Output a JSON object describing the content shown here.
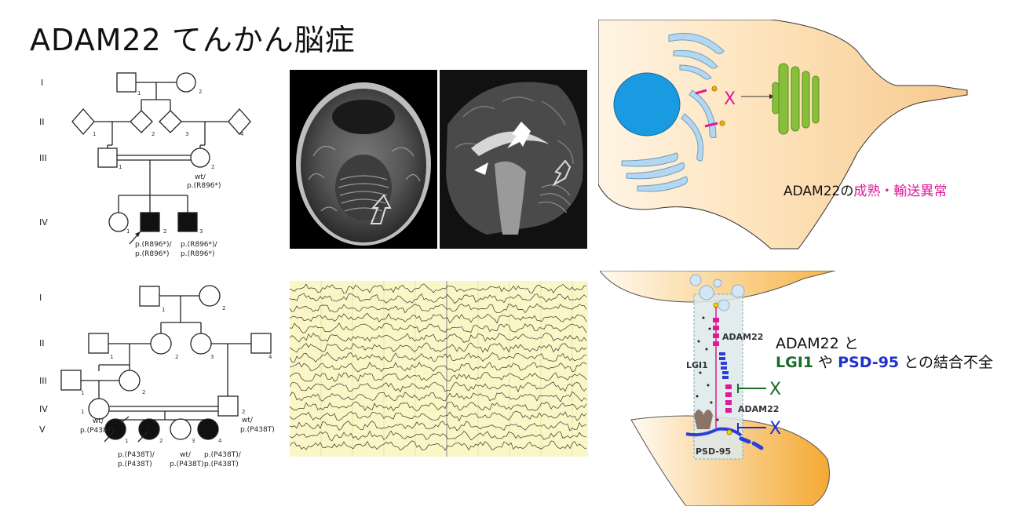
{
  "title": "ADAM22 てんかん脳症",
  "pedigree1": {
    "generations": [
      "I",
      "II",
      "III",
      "IV"
    ],
    "mother_genotype_line1": "wt/",
    "mother_genotype_line2": "p.(R896*)",
    "child2_genotype_line1": "p.(R896*)/",
    "child2_genotype_line2": "p.(R896*)",
    "child3_genotype_line1": "p.(R896*)/",
    "child3_genotype_line2": "p.(R896*)"
  },
  "pedigree2": {
    "generations": [
      "I",
      "II",
      "III",
      "IV",
      "V"
    ],
    "iv1_genotype_line1": "wt/",
    "iv1_genotype_line2": "p.(P438T)",
    "iv2_genotype_line1": "wt/",
    "iv2_genotype_line2": "p.(P438T)",
    "v2_genotype_line1": "p.(P438T)/",
    "v2_genotype_line2": "p.(P438T)",
    "v3_genotype_line1": "wt/",
    "v3_genotype_line2": "p.(P438T)",
    "v4_genotype_line1": "p.(P438T)/",
    "v4_genotype_line2": "p.(P438T)"
  },
  "cell_diagram": {
    "x_mark": "X",
    "caption_prefix": "ADAM22の",
    "caption_highlight": "成熟・輸送異常",
    "colors": {
      "nucleus": "#1a9ae0",
      "golgi": "#86c03a",
      "er": "#a9d0ec",
      "cytoplasm": "#fbdcae",
      "highlight": "#e0199a"
    }
  },
  "synapse_diagram": {
    "label_adam22_top": "ADAM22",
    "label_lgi1": "LGI1",
    "label_adam22_bottom": "ADAM22",
    "label_psd95": "PSD-95",
    "x_mark_green": "X",
    "x_mark_blue": "X",
    "caption_line1_a": "ADAM22 と",
    "caption_lgi1": "LGI1",
    "caption_mid": " や ",
    "caption_psd95": "PSD-95",
    "caption_end": " との結合不全",
    "colors": {
      "green": "#1b6b2a",
      "blue": "#1e2fd0"
    }
  }
}
